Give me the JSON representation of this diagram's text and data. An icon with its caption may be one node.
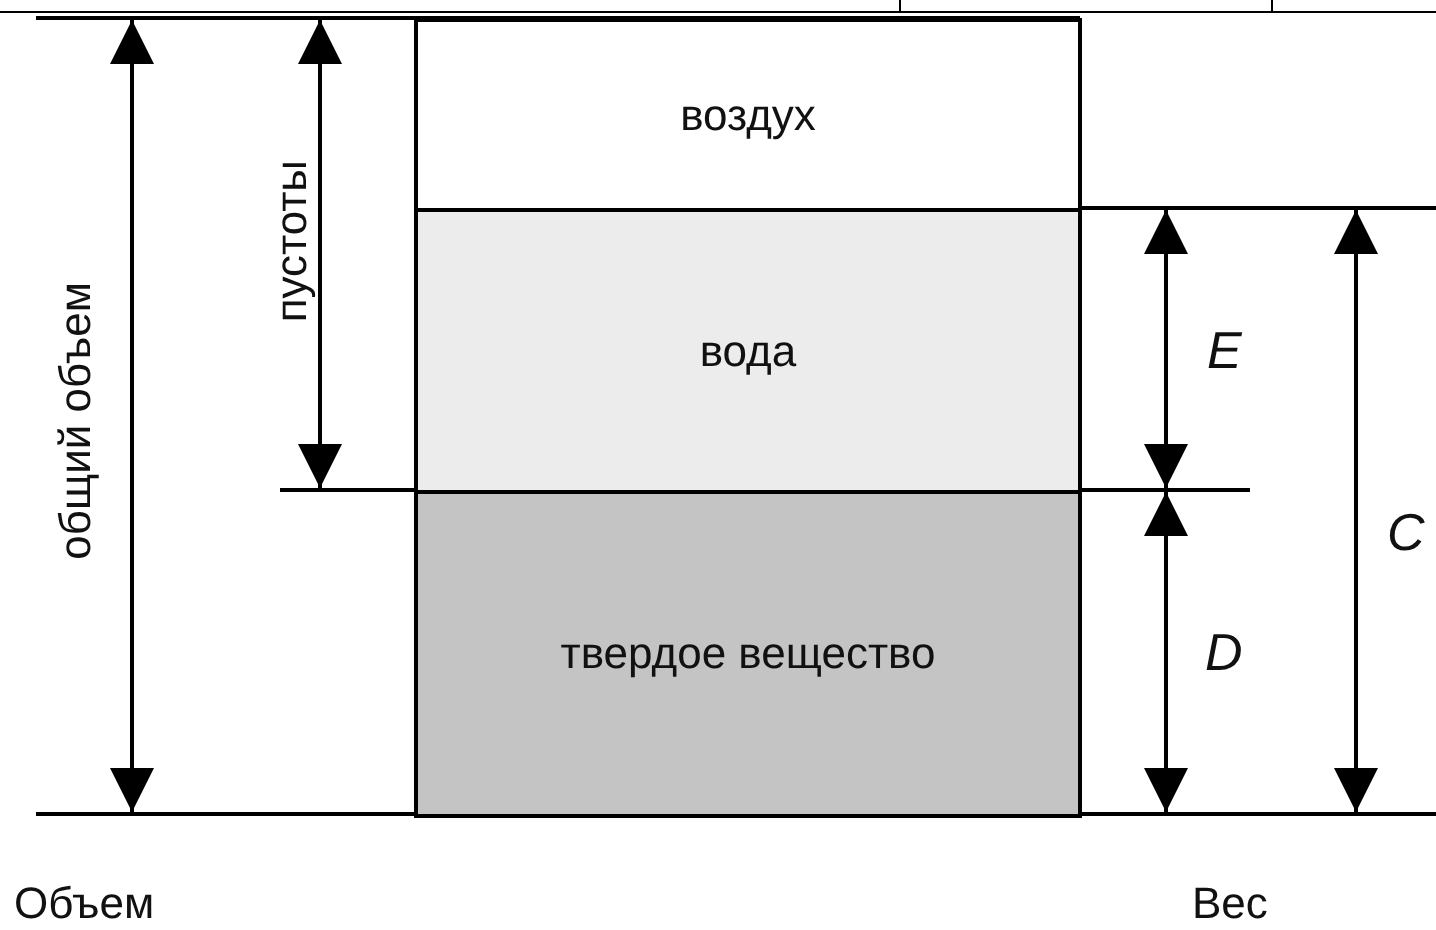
{
  "diagram": {
    "nodes": [
      {
        "text": [
          "воздух"
        ]
      },
      {
        "text": [
          "вода"
        ]
      },
      {
        "text": [
          "твердое вещество"
        ]
      }
    ],
    "edges": [],
    "labels": [
      "пустоты",
      "общий объем",
      "E",
      "C",
      "D",
      "Объем",
      "Вес"
    ]
  }
}
